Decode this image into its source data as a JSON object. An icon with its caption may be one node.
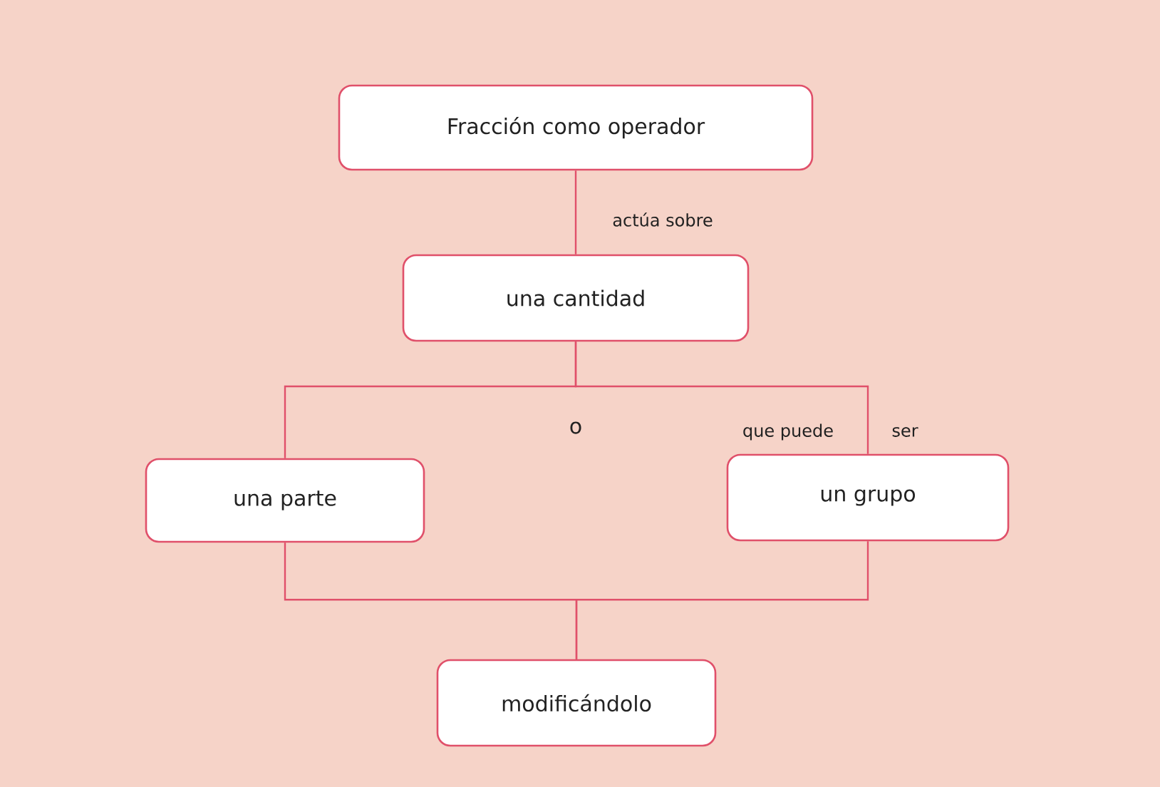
{
  "diagram": {
    "nodes": [
      {
        "text": [
          "Fracción como operador"
        ]
      },
      {
        "text": [
          "una cantidad"
        ]
      },
      {
        "text": [
          "una parte"
        ]
      },
      {
        "text": [
          "un grupo"
        ]
      },
      {
        "text": [
          "modificándolo"
        ]
      }
    ],
    "edges": [
      {
        "from": 0,
        "to": 1,
        "arrow": "none",
        "label": "actúa sobre"
      },
      {
        "from": 1,
        "to": 2,
        "arrow": "none"
      },
      {
        "from": 1,
        "to": 3,
        "arrow": "none"
      },
      {
        "from": 2,
        "to": 4,
        "arrow": "none"
      },
      {
        "from": 3,
        "to": 4,
        "arrow": "none"
      }
    ],
    "labels": [
      "o",
      "que puede",
      "ser"
    ]
  }
}
